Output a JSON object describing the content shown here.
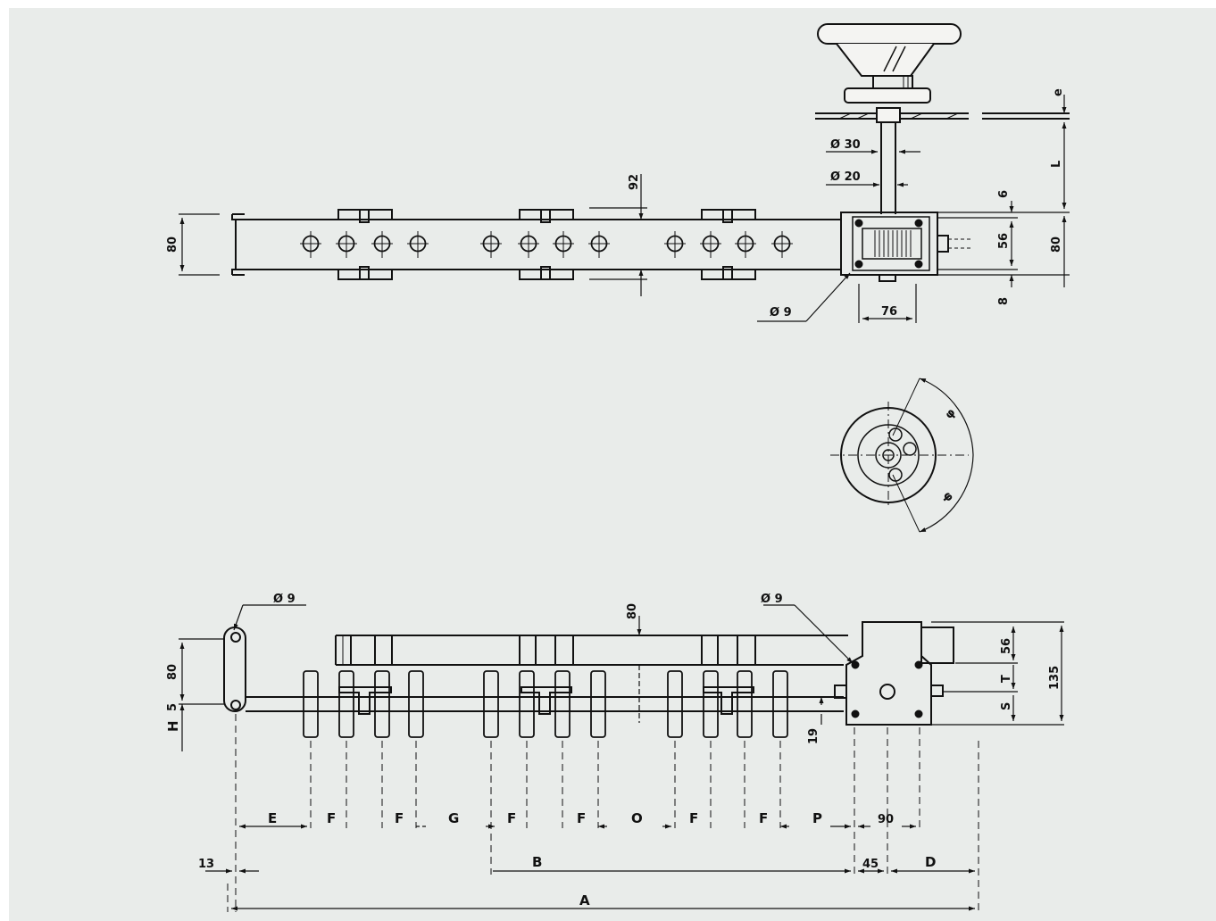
{
  "colors": {
    "background": "#e9ecea",
    "line": "#111111",
    "page": "#ffffff"
  },
  "top_view": {
    "dia_30": "Ø 30",
    "dia_20": "Ø 20",
    "dia_9": "Ø 9",
    "d92": "92",
    "d80_left": "80",
    "d80_right": "80",
    "d76": "76",
    "d56": "56",
    "d6": "6",
    "d8": "8",
    "L": "L",
    "e": "e"
  },
  "handle_view": {
    "phi_upper": "φ",
    "phi_lower": "φ"
  },
  "front_view": {
    "dia_9_left": "Ø 9",
    "dia_9_right": "Ø 9",
    "d80_center": "80",
    "d80_left": "80",
    "H": "H",
    "d5": "5",
    "d19": "19",
    "d56": "56",
    "T": "T",
    "S": "S",
    "d135": "135",
    "row1": [
      "E",
      "F",
      "F",
      "G",
      "F",
      "F",
      "O",
      "F",
      "F",
      "P",
      "90"
    ],
    "d13": "13",
    "B": "B",
    "d45": "45",
    "D": "D",
    "A": "A"
  }
}
